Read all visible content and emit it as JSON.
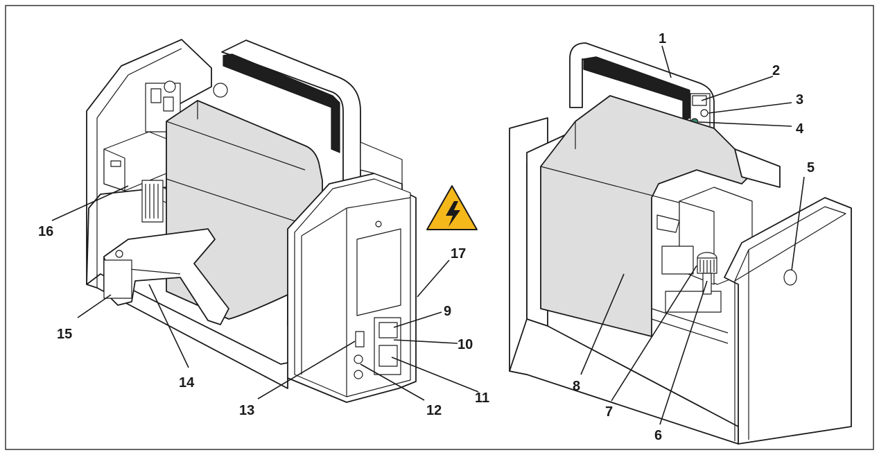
{
  "figure": {
    "border_color": "#333333",
    "panel_fill": "#ffffff",
    "cover_fill": "#dedede",
    "dark_fill": "#1e1e1e",
    "warning_fill": "#f5b81b"
  },
  "left_view": {
    "warning_symbol": "electric-hazard-icon",
    "callouts": {
      "c9": "9",
      "c10": "10",
      "c11": "11",
      "c12": "12",
      "c13": "13",
      "c14": "14",
      "c15": "15",
      "c16": "16",
      "c17": "17"
    }
  },
  "right_view": {
    "callouts": {
      "c1": "1",
      "c2": "2",
      "c3": "3",
      "c4": "4",
      "c5": "5",
      "c6": "6",
      "c7": "7",
      "c8": "8"
    }
  }
}
